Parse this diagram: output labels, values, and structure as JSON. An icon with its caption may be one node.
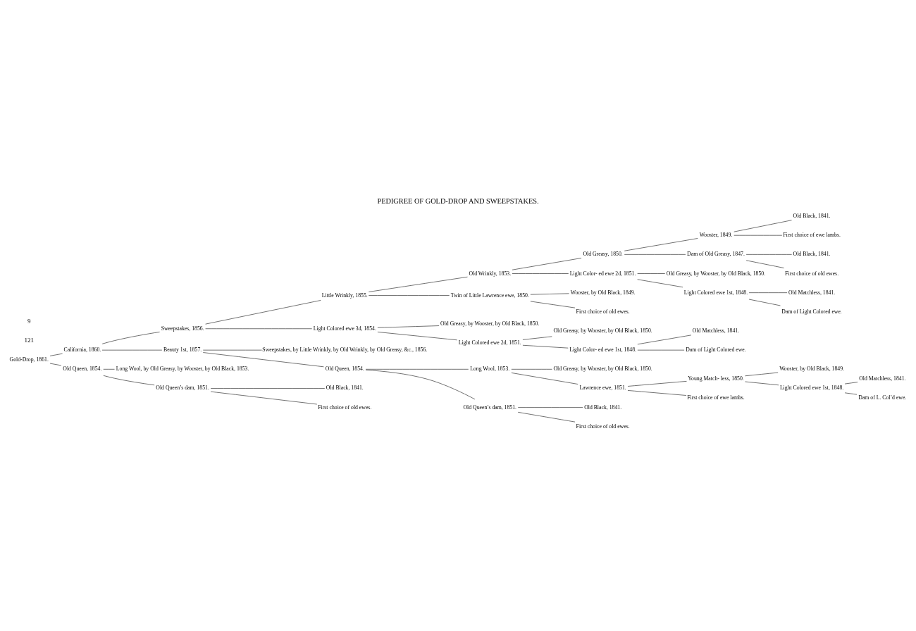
{
  "diagram": {
    "title": "PEDIGREE OF GOLD-DROP AND SWEEPSTAKES.",
    "nodes": [
      {
        "text": [
          "Gold-Drop, 1861."
        ]
      },
      {
        "text": [
          "California, 1860."
        ]
      },
      {
        "text": [
          "Old Queen, 1854."
        ]
      },
      {
        "text": [
          "Sweepstakes, 1856."
        ]
      },
      {
        "text": [
          "Beauty 1st, 1857."
        ]
      },
      {
        "text": [
          "Little Wrinkly, 1855."
        ]
      },
      {
        "text": [
          "Light Colored ewe 3d, 1854."
        ]
      },
      {
        "text": [
          "Old Wrinkly, 1853."
        ]
      },
      {
        "text": [
          "Twin of Little Lawrence ewe, 1850."
        ]
      },
      {
        "text": [
          "Old Greasy, 1850."
        ]
      },
      {
        "text": [
          "Light Color- ed ewe 2d, 1851."
        ]
      },
      {
        "text": [
          "Wooster, 1849."
        ]
      },
      {
        "text": [
          "Dam of Old Greasy, 1847."
        ]
      },
      {
        "text": [
          "Old Black, 1841."
        ]
      },
      {
        "text": [
          "First choice of ewe lambs."
        ]
      },
      {
        "text": [
          "Old Black, 1841."
        ]
      },
      {
        "text": [
          "First choice of old ewes."
        ]
      },
      {
        "text": [
          "Old Greasy, by Wooster, by Old Black, 1850."
        ]
      },
      {
        "text": [
          "Light Colored ewe 1st, 1848."
        ]
      },
      {
        "text": [
          "Old Matchless, 1841."
        ]
      },
      {
        "text": [
          "Dam of Light Colored ewe."
        ]
      },
      {
        "text": [
          "Wooster, by Old Black, 1849."
        ]
      },
      {
        "text": [
          "First choice of old ewes."
        ]
      },
      {
        "text": [
          "Old Greasy, by Wooster, by Old Black, 1850."
        ]
      },
      {
        "text": [
          "Light Colored ewe 2d, 1851."
        ]
      },
      {
        "text": [
          "Old Greasy, by Wooster, by Old Black, 1850."
        ]
      },
      {
        "text": [
          "Light Color- ed ewe 1st, 1848."
        ]
      },
      {
        "text": [
          "Old Matchless, 1841."
        ]
      },
      {
        "text": [
          "Dam of Light Colored ewe."
        ]
      },
      {
        "text": [
          "Sweepstakes, by Little Wrinkly, by Old Wrinkly, by Old Greasy, &c., 1856."
        ]
      },
      {
        "text": [
          "Old Queen, 1854."
        ]
      },
      {
        "text": [
          "Long Wool, 1853."
        ]
      },
      {
        "text": [
          "Old Queen’s dam, 1851."
        ]
      },
      {
        "text": [
          "Old Greasy, by Wooster, by Old Black, 1850."
        ]
      },
      {
        "text": [
          "Lawrence ewe, 1851."
        ]
      },
      {
        "text": [
          "Young Match- less, 1850."
        ]
      },
      {
        "text": [
          "First choice of ewe lambs."
        ]
      },
      {
        "text": [
          "Wooster, by Old Black, 1849."
        ]
      },
      {
        "text": [
          "Light Colored ewe 1st, 1848."
        ]
      },
      {
        "text": [
          "Old Matchless, 1841."
        ]
      },
      {
        "text": [
          "Dam of L. Col’d ewe."
        ]
      },
      {
        "text": [
          "Old Black, 1841."
        ]
      },
      {
        "text": [
          "First choice of old ewes."
        ]
      },
      {
        "text": [
          "Long Wool, by Old Greasy, by Wooster, by Old Black, 1853."
        ]
      },
      {
        "text": [
          "Old Queen’s dam, 1851."
        ]
      },
      {
        "text": [
          "Old Black, 1841."
        ]
      },
      {
        "text": [
          "First choice of old ewes."
        ]
      }
    ],
    "edges": [
      {
        "from": 0,
        "to": 1,
        "arrow": "none"
      },
      {
        "from": 0,
        "to": 2,
        "arrow": "none"
      },
      {
        "from": 1,
        "to": 3,
        "arrow": "none"
      },
      {
        "from": 1,
        "to": 4,
        "arrow": "none"
      },
      {
        "from": 3,
        "to": 5,
        "arrow": "none"
      },
      {
        "from": 3,
        "to": 6,
        "arrow": "none"
      },
      {
        "from": 5,
        "to": 7,
        "arrow": "none"
      },
      {
        "from": 5,
        "to": 8,
        "arrow": "none"
      },
      {
        "from": 7,
        "to": 9,
        "arrow": "none"
      },
      {
        "from": 7,
        "to": 10,
        "arrow": "none"
      },
      {
        "from": 9,
        "to": 11,
        "arrow": "none"
      },
      {
        "from": 9,
        "to": 12,
        "arrow": "none"
      },
      {
        "from": 11,
        "to": 13,
        "arrow": "none"
      },
      {
        "from": 11,
        "to": 14,
        "arrow": "none"
      },
      {
        "from": 12,
        "to": 15,
        "arrow": "none"
      },
      {
        "from": 12,
        "to": 16,
        "arrow": "none"
      },
      {
        "from": 10,
        "to": 17,
        "arrow": "none"
      },
      {
        "from": 10,
        "to": 18,
        "arrow": "none"
      },
      {
        "from": 18,
        "to": 19,
        "arrow": "none"
      },
      {
        "from": 18,
        "to": 20,
        "arrow": "none"
      },
      {
        "from": 8,
        "to": 21,
        "arrow": "none"
      },
      {
        "from": 8,
        "to": 22,
        "arrow": "none"
      },
      {
        "from": 6,
        "to": 23,
        "arrow": "none"
      },
      {
        "from": 6,
        "to": 24,
        "arrow": "none"
      },
      {
        "from": 24,
        "to": 25,
        "arrow": "none"
      },
      {
        "from": 24,
        "to": 26,
        "arrow": "none"
      },
      {
        "from": 26,
        "to": 27,
        "arrow": "none"
      },
      {
        "from": 26,
        "to": 28,
        "arrow": "none"
      },
      {
        "from": 4,
        "to": 29,
        "arrow": "none"
      },
      {
        "from": 4,
        "to": 30,
        "arrow": "none"
      },
      {
        "from": 30,
        "to": 31,
        "arrow": "none"
      },
      {
        "from": 30,
        "to": 32,
        "arrow": "none"
      },
      {
        "from": 31,
        "to": 33,
        "arrow": "none"
      },
      {
        "from": 31,
        "to": 34,
        "arrow": "none"
      },
      {
        "from": 34,
        "to": 35,
        "arrow": "none"
      },
      {
        "from": 34,
        "to": 36,
        "arrow": "none"
      },
      {
        "from": 35,
        "to": 37,
        "arrow": "none"
      },
      {
        "from": 35,
        "to": 38,
        "arrow": "none"
      },
      {
        "from": 38,
        "to": 39,
        "arrow": "none"
      },
      {
        "from": 38,
        "to": 40,
        "arrow": "none"
      },
      {
        "from": 32,
        "to": 41,
        "arrow": "none"
      },
      {
        "from": 32,
        "to": 42,
        "arrow": "none"
      },
      {
        "from": 2,
        "to": 43,
        "arrow": "none"
      },
      {
        "from": 2,
        "to": 44,
        "arrow": "none"
      },
      {
        "from": 44,
        "to": 45,
        "arrow": "none"
      },
      {
        "from": 44,
        "to": 46,
        "arrow": "none"
      }
    ],
    "labels": [
      "121",
      "9"
    ]
  }
}
